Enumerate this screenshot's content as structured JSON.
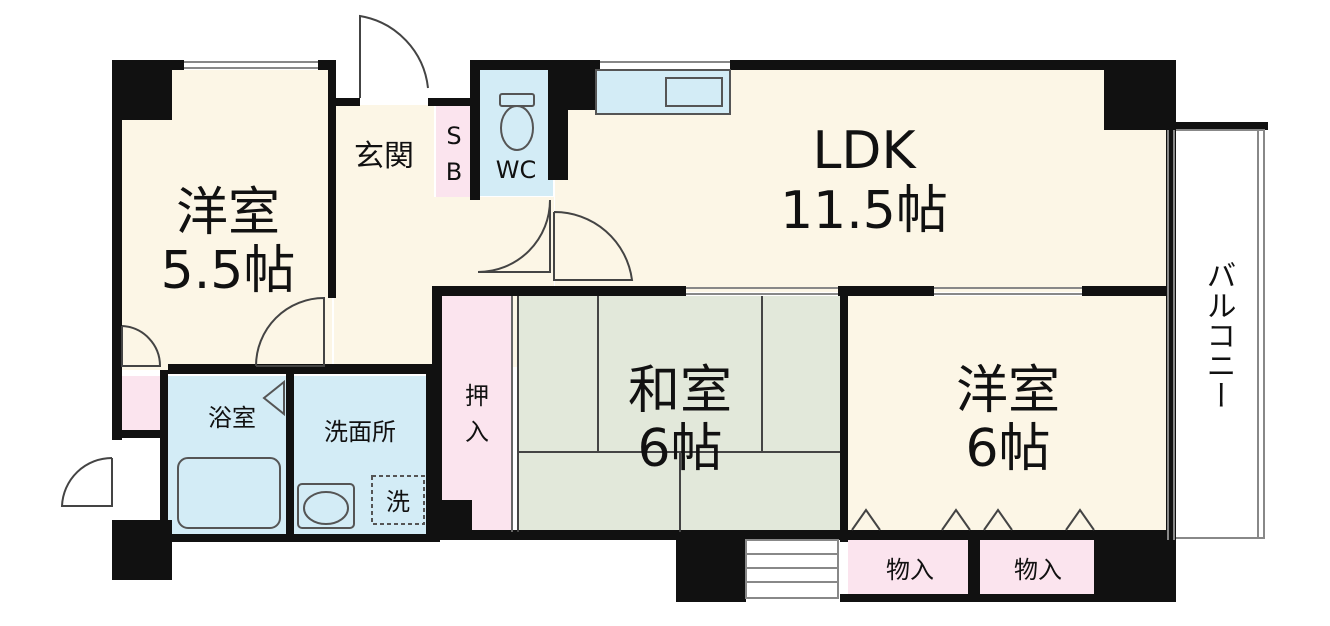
{
  "colors": {
    "wall": "#111111",
    "western_floor": "#fcf6e6",
    "wet_area": "#d3ecf6",
    "tatami": "#e2e8da",
    "storage": "#fbe4ee",
    "window_line": "#888888",
    "balcony_line": "#888888"
  },
  "rooms": {
    "western_left": {
      "name": "洋室",
      "size": "5.5帖"
    },
    "entrance": {
      "name": "玄関"
    },
    "shoe_box": {
      "line1": "S",
      "line2": "B"
    },
    "toilet": {
      "name": "WC"
    },
    "ldk": {
      "name": "LDK",
      "size": "11.5帖"
    },
    "bath": {
      "name": "浴室"
    },
    "washroom": {
      "name": "洗面所",
      "washer": "洗"
    },
    "closet": {
      "line1": "押",
      "line2": "入"
    },
    "japanese": {
      "name": "和室",
      "size": "6帖"
    },
    "western_right": {
      "name": "洋室",
      "size": "6帖"
    },
    "storage_1": {
      "name": "物入"
    },
    "storage_2": {
      "name": "物入"
    },
    "balcony": {
      "name": "バルコニー"
    }
  }
}
